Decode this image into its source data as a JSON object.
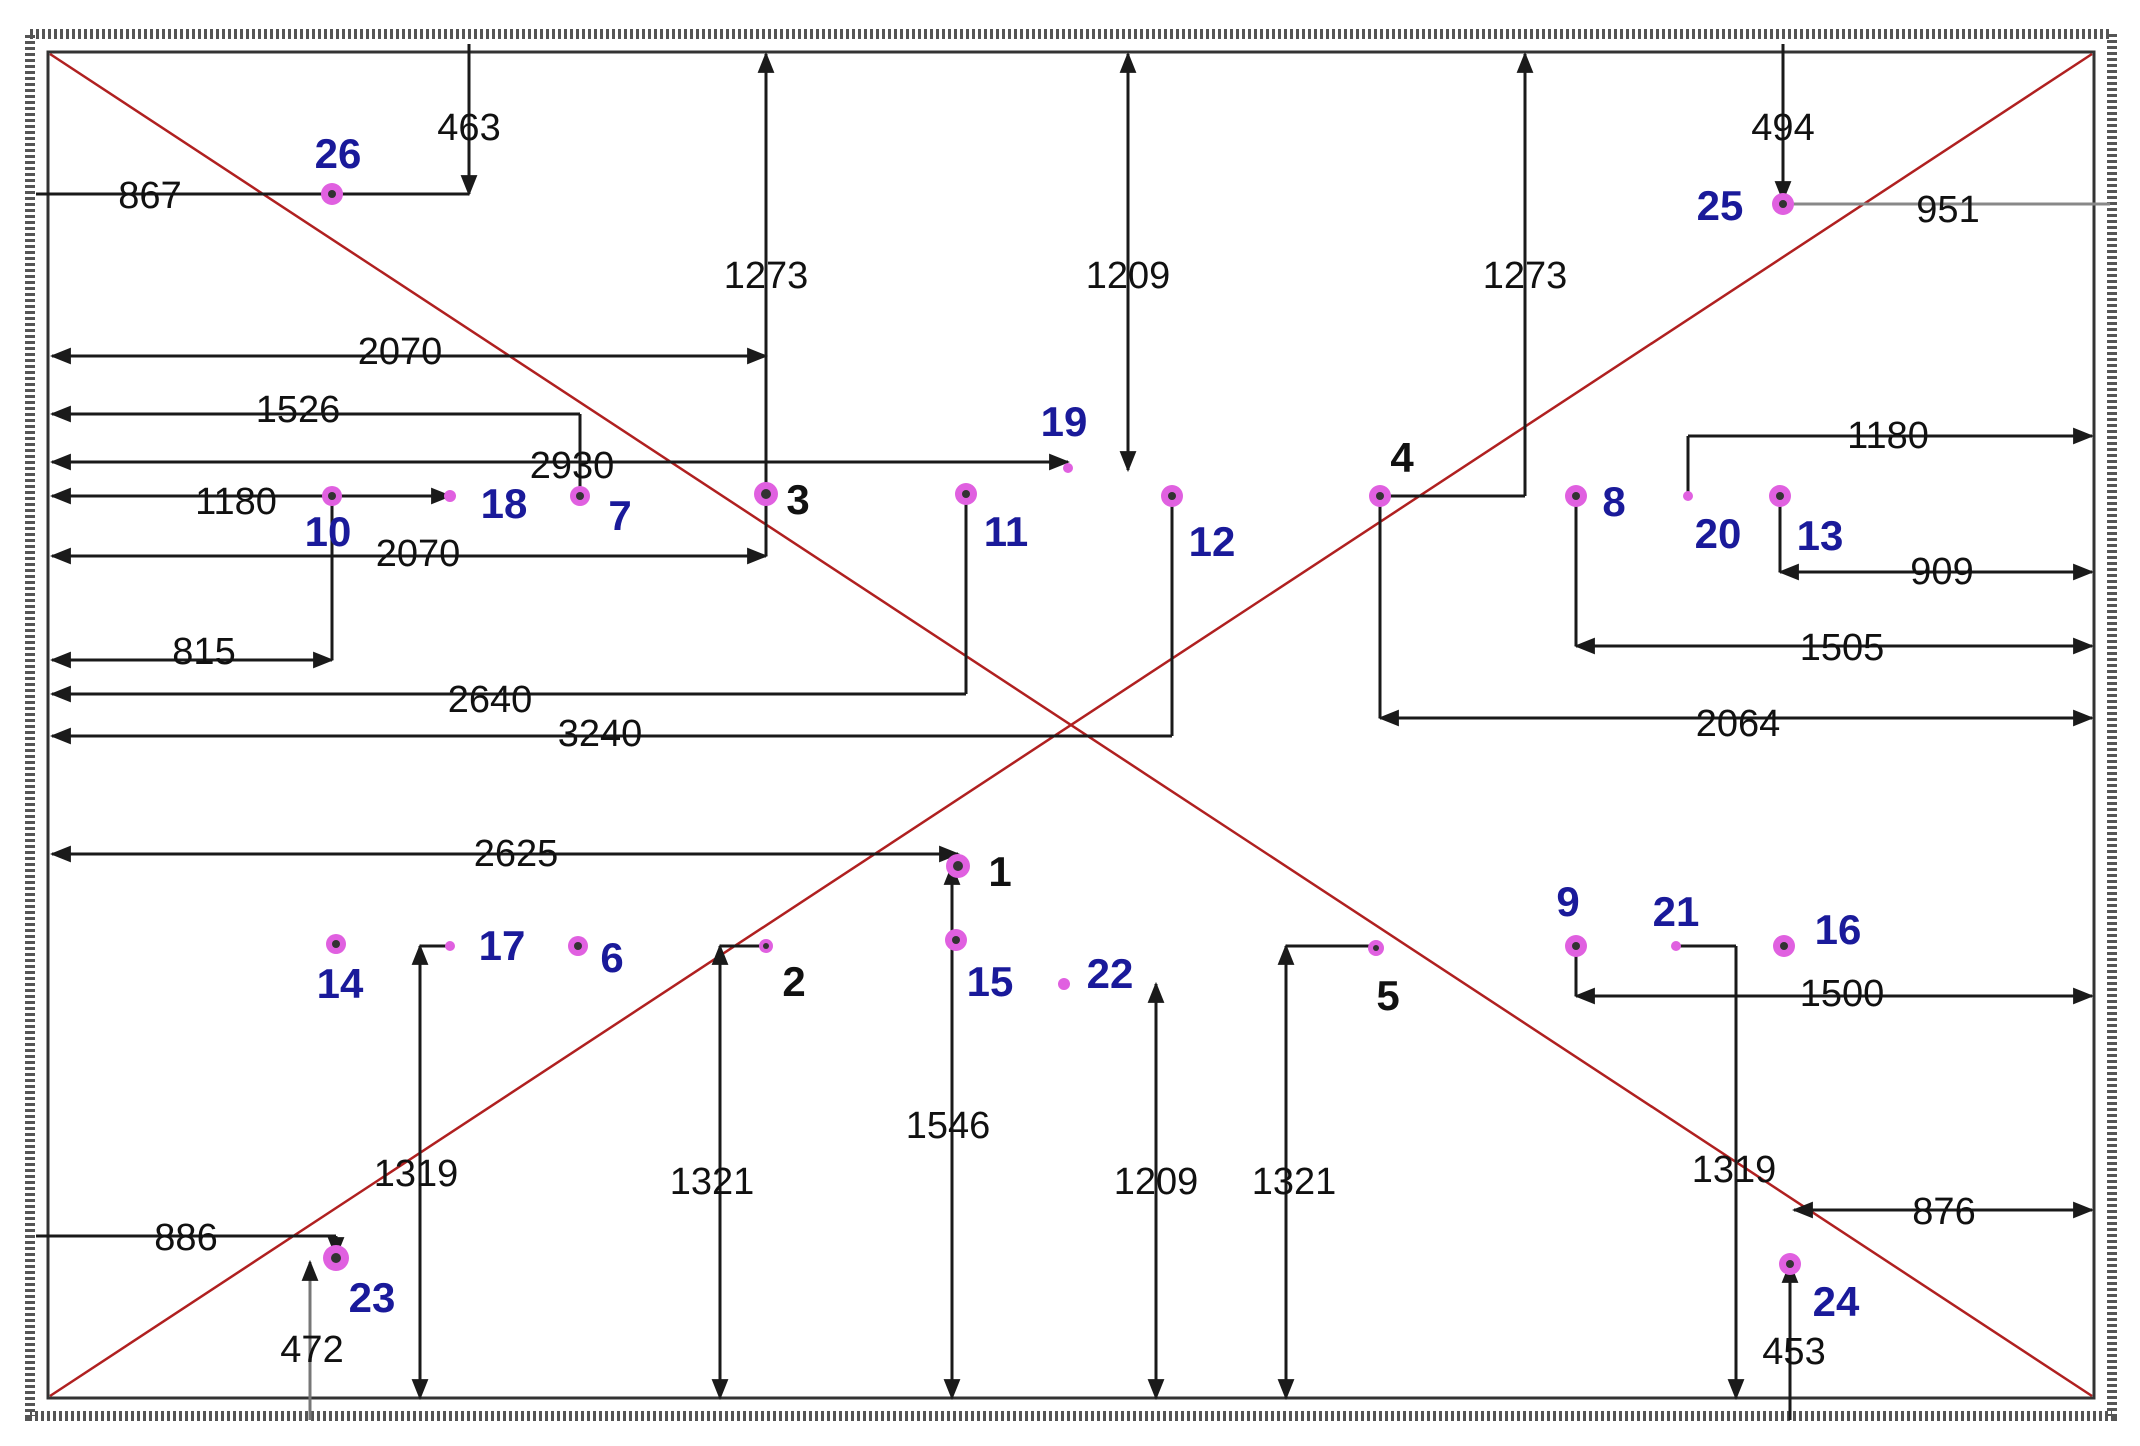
{
  "colors": {
    "diagonal": "#b02020",
    "dimension_line": "#1a1a1a",
    "marker_fill": "#e060e0",
    "marker_core": "#333333",
    "label_blue": "#1a1a9a",
    "label_black": "#111111",
    "frame": "#555555"
  },
  "icons": {
    "marker": "sensor-point-icon",
    "arrow": "arrowhead-icon"
  },
  "dimensions": [
    "463",
    "867",
    "494",
    "951",
    "1273",
    "1209",
    "1273",
    "2070",
    "1526",
    "2930",
    "1180",
    "2070",
    "815",
    "2640",
    "3240",
    "1180",
    "909",
    "1505",
    "2064",
    "2625",
    "1500",
    "1319",
    "1321",
    "1546",
    "1209",
    "1321",
    "1319",
    "886",
    "472",
    "876",
    "453"
  ],
  "points_blue": [
    "26",
    "25",
    "19",
    "18",
    "7",
    "10",
    "11",
    "12",
    "8",
    "20",
    "13",
    "14",
    "17",
    "6",
    "15",
    "22",
    "9",
    "21",
    "16",
    "23",
    "24"
  ],
  "points_black": [
    "3",
    "4",
    "1",
    "2",
    "5"
  ]
}
